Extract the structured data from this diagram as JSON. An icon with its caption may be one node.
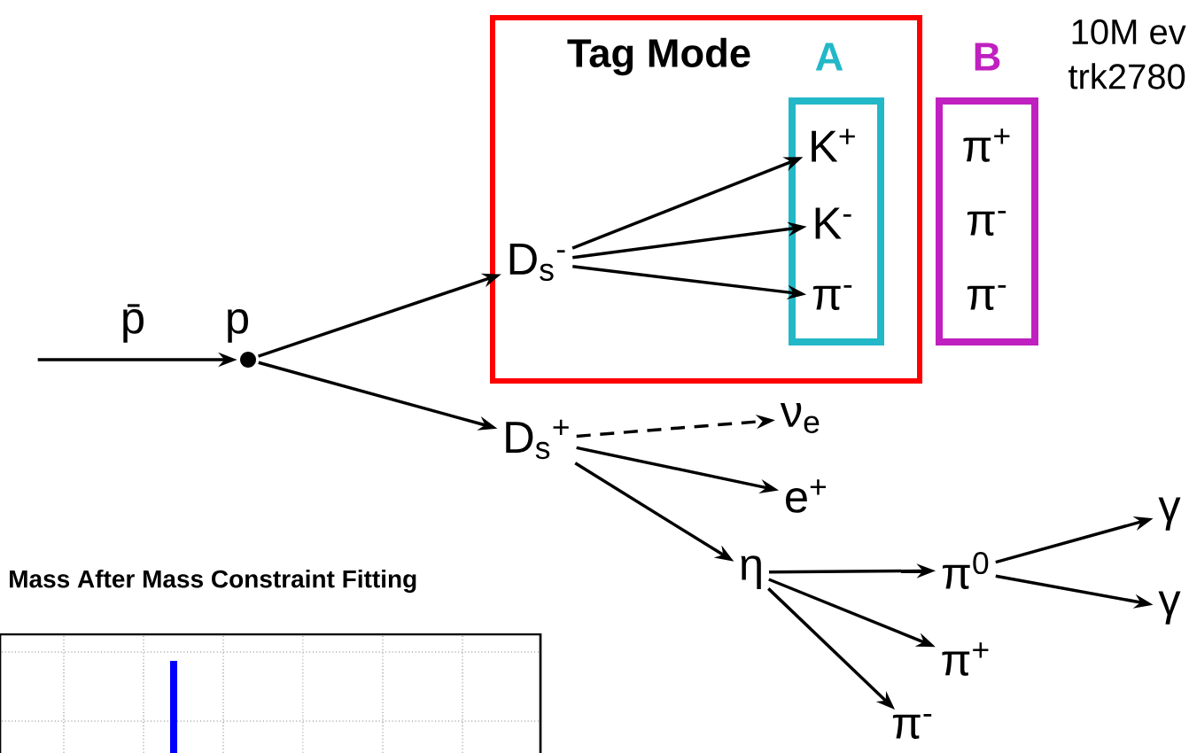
{
  "diagram": {
    "nodes": [
      {
        "text": [],
        "shape": "circle",
        "beside": [
          "p"
        ]
      },
      {
        "text": [
          "Tag Mode"
        ]
      },
      {
        "text": [
          "A"
        ],
        "in": 1
      },
      {
        "text": [
          "K$^{+}$"
        ],
        "in": 2
      },
      {
        "text": [
          "K$^{-}$"
        ],
        "in": 2
      },
      {
        "text": [
          "π$^{-}$"
        ],
        "in": 2
      },
      {
        "text": [
          "B"
        ]
      },
      {
        "text": [
          "π$^{+}$"
        ],
        "in": 6
      },
      {
        "text": [
          "π$^{-}$"
        ],
        "in": 6
      },
      {
        "text": [
          "π$^{-}$"
        ],
        "in": 6
      },
      {
        "text": [
          "D$_{s}$$^{-}$"
        ],
        "in": 1
      },
      {
        "text": [
          "D$_{s}$$^{+}$"
        ]
      },
      {
        "text": [
          "ν$_{e}$"
        ]
      },
      {
        "text": [
          "e$^{+}$"
        ]
      },
      {
        "text": [
          "η"
        ]
      },
      {
        "text": [
          "π$^{0}$"
        ]
      },
      {
        "text": [
          "π$^{+}$"
        ]
      },
      {
        "text": [
          "π$^{-}$"
        ]
      },
      {
        "text": [
          "γ"
        ]
      },
      {
        "text": [
          "γ"
        ]
      }
    ],
    "edges": [
      {
        "from": null,
        "to": 0,
        "arrow": "to",
        "label": "p̄"
      },
      {
        "from": 0,
        "to": 10,
        "arrow": "to"
      },
      {
        "from": 0,
        "to": 11,
        "arrow": "to"
      },
      {
        "from": 10,
        "to": 3,
        "arrow": "to"
      },
      {
        "from": 10,
        "to": 4,
        "arrow": "to"
      },
      {
        "from": 10,
        "to": 5,
        "arrow": "to"
      },
      {
        "from": 11,
        "to": 12,
        "arrow": "to",
        "style": "dashed"
      },
      {
        "from": 11,
        "to": 13,
        "arrow": "to"
      },
      {
        "from": 11,
        "to": 14,
        "arrow": "to"
      },
      {
        "from": 14,
        "to": 15,
        "arrow": "to"
      },
      {
        "from": 14,
        "to": 16,
        "arrow": "to"
      },
      {
        "from": 14,
        "to": 17,
        "arrow": "to"
      },
      {
        "from": 15,
        "to": 18,
        "arrow": "to"
      },
      {
        "from": 15,
        "to": 19,
        "arrow": "to"
      }
    ],
    "labels": [
      "10M ev",
      "trk2780",
      "Mass After Mass Constraint Fitting"
    ]
  }
}
